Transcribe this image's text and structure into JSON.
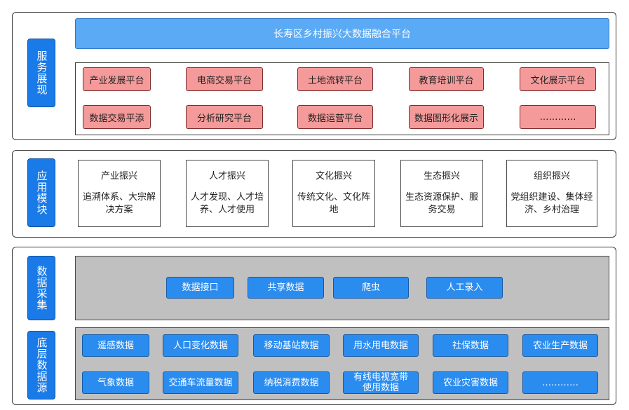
{
  "sections": {
    "service": {
      "label": "服务展现",
      "title": "长寿区乡村振兴大数据融合平台",
      "platforms": [
        "产业发展平台",
        "电商交易平台",
        "土地流转平台",
        "教育培训平台",
        "文化展示平台",
        "数据交易平添",
        "分析研究平台",
        "数据运营平台",
        "数据图形化展示",
        "…………"
      ]
    },
    "application": {
      "label": "应用模块",
      "modules": [
        {
          "title": "产业振兴",
          "desc": "追溯体系、大宗解决方案"
        },
        {
          "title": "人才振兴",
          "desc": "人才发现、人才培养、人才使用"
        },
        {
          "title": "文化振兴",
          "desc": "传统文化、文化阵地"
        },
        {
          "title": "生态振兴",
          "desc": "生态资源保护、服务交易"
        },
        {
          "title": "组织振兴",
          "desc": "党组织建设、集体经济、乡村治理"
        }
      ]
    },
    "collection": {
      "label": "数据采集",
      "methods": [
        "数据接口",
        "共享数据",
        "爬虫",
        "人工录入"
      ]
    },
    "source": {
      "label": "底层数据源",
      "items": [
        "遥感数据",
        "人口变化数据",
        "移动基站数据",
        "用水用电数据",
        "社保数据",
        "农业生产数据",
        "气象数据",
        "交通车流量数据",
        "纳税消费数据",
        "有线电视宽带使用数据",
        "农业灾害数据",
        "…………"
      ]
    }
  },
  "colors": {
    "side_label": "#1a7be8",
    "title_bar": "#5aaaf5",
    "pink": "#f59a9a",
    "blue_btn": "#2b8cf0",
    "gray": "#c0c0c0"
  }
}
